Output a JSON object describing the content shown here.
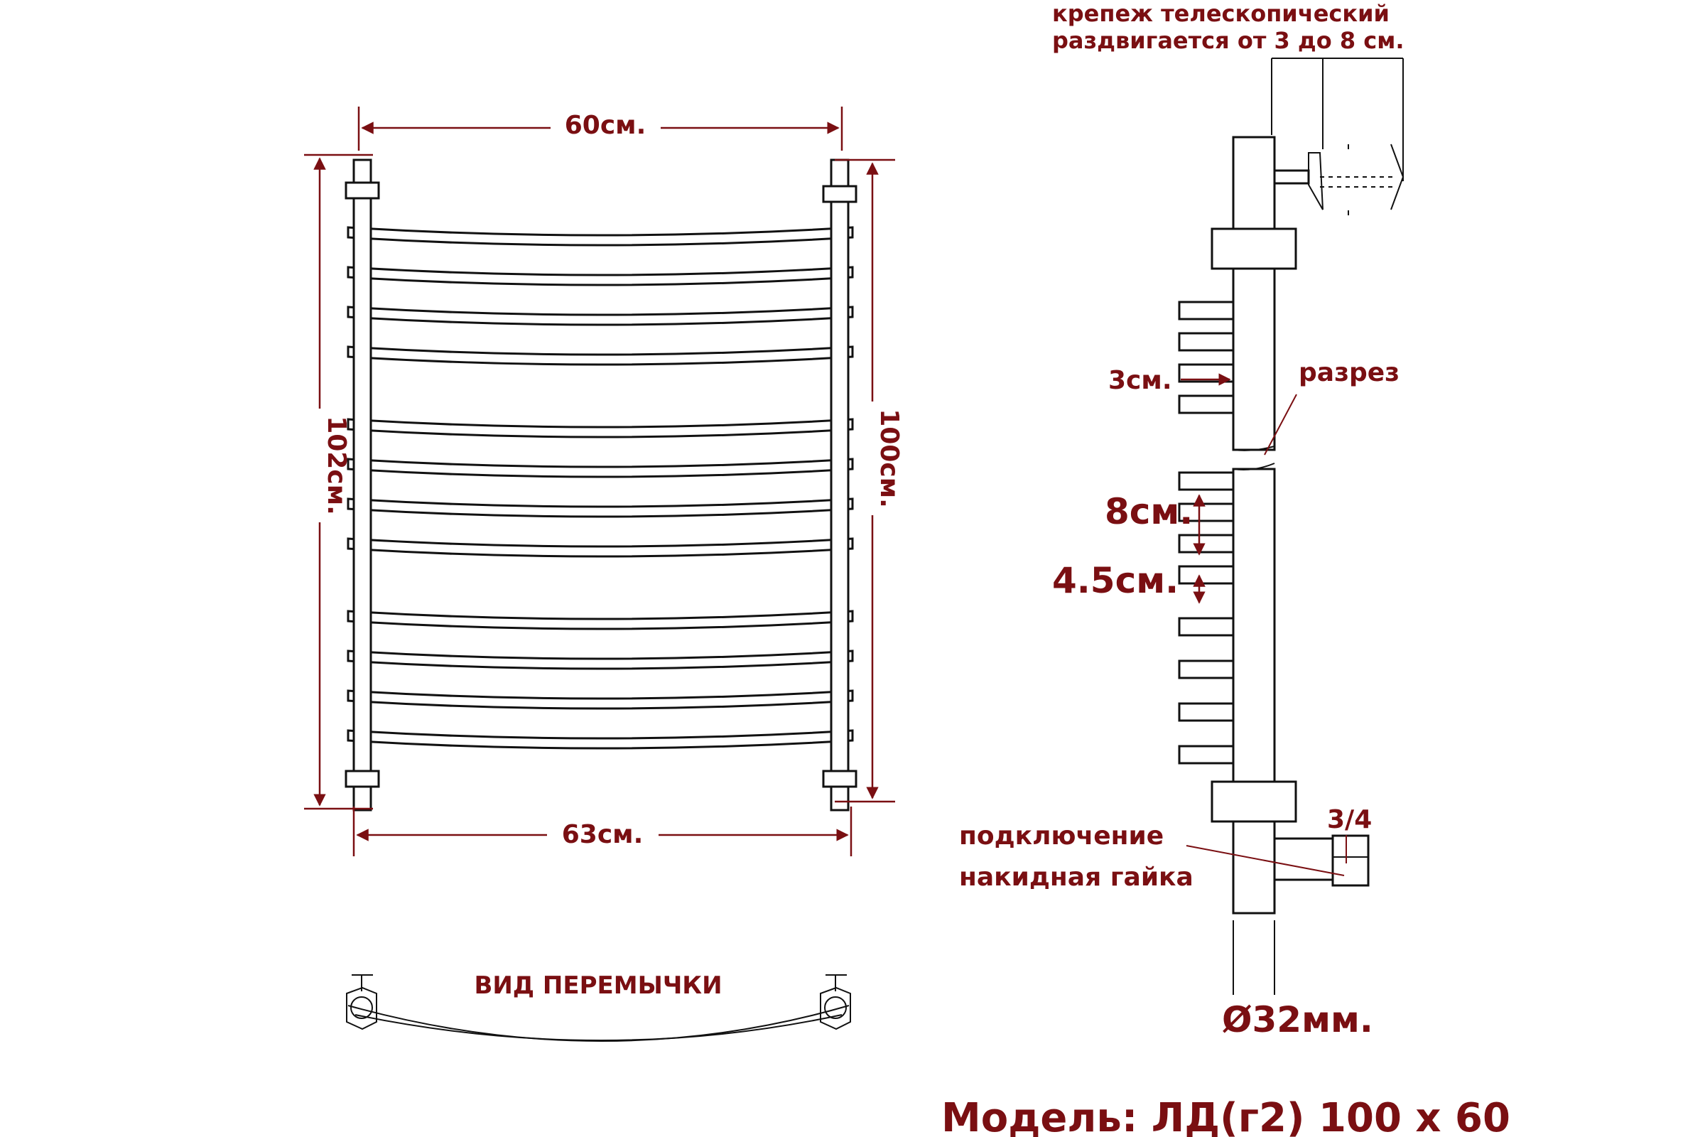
{
  "labels": {
    "width_top": "60см.",
    "width_bottom": "63см.",
    "height_left": "102см.",
    "height_right": "100см.",
    "bridge_view": "ВИД ПЕРЕМЫЧКИ",
    "mount_line1": "крепеж телескопический",
    "mount_line2": "раздвигается от 3 до 8 см.",
    "depth": "3см.",
    "cut": "разрез",
    "spacing_large": "8см.",
    "spacing_small": "4.5см.",
    "thread": "3/4",
    "connection_line1": "подключение",
    "connection_line2": "накидная гайка",
    "diameter": "Ø32мм.",
    "model": "Модель: ЛД(г2) 100 х 60"
  },
  "colors": {
    "annotation": "#7a0f12",
    "outline": "#111111",
    "background": "#ffffff"
  },
  "towel_rail": {
    "rungs": 12,
    "rung_groups": [
      4,
      4,
      4
    ]
  }
}
